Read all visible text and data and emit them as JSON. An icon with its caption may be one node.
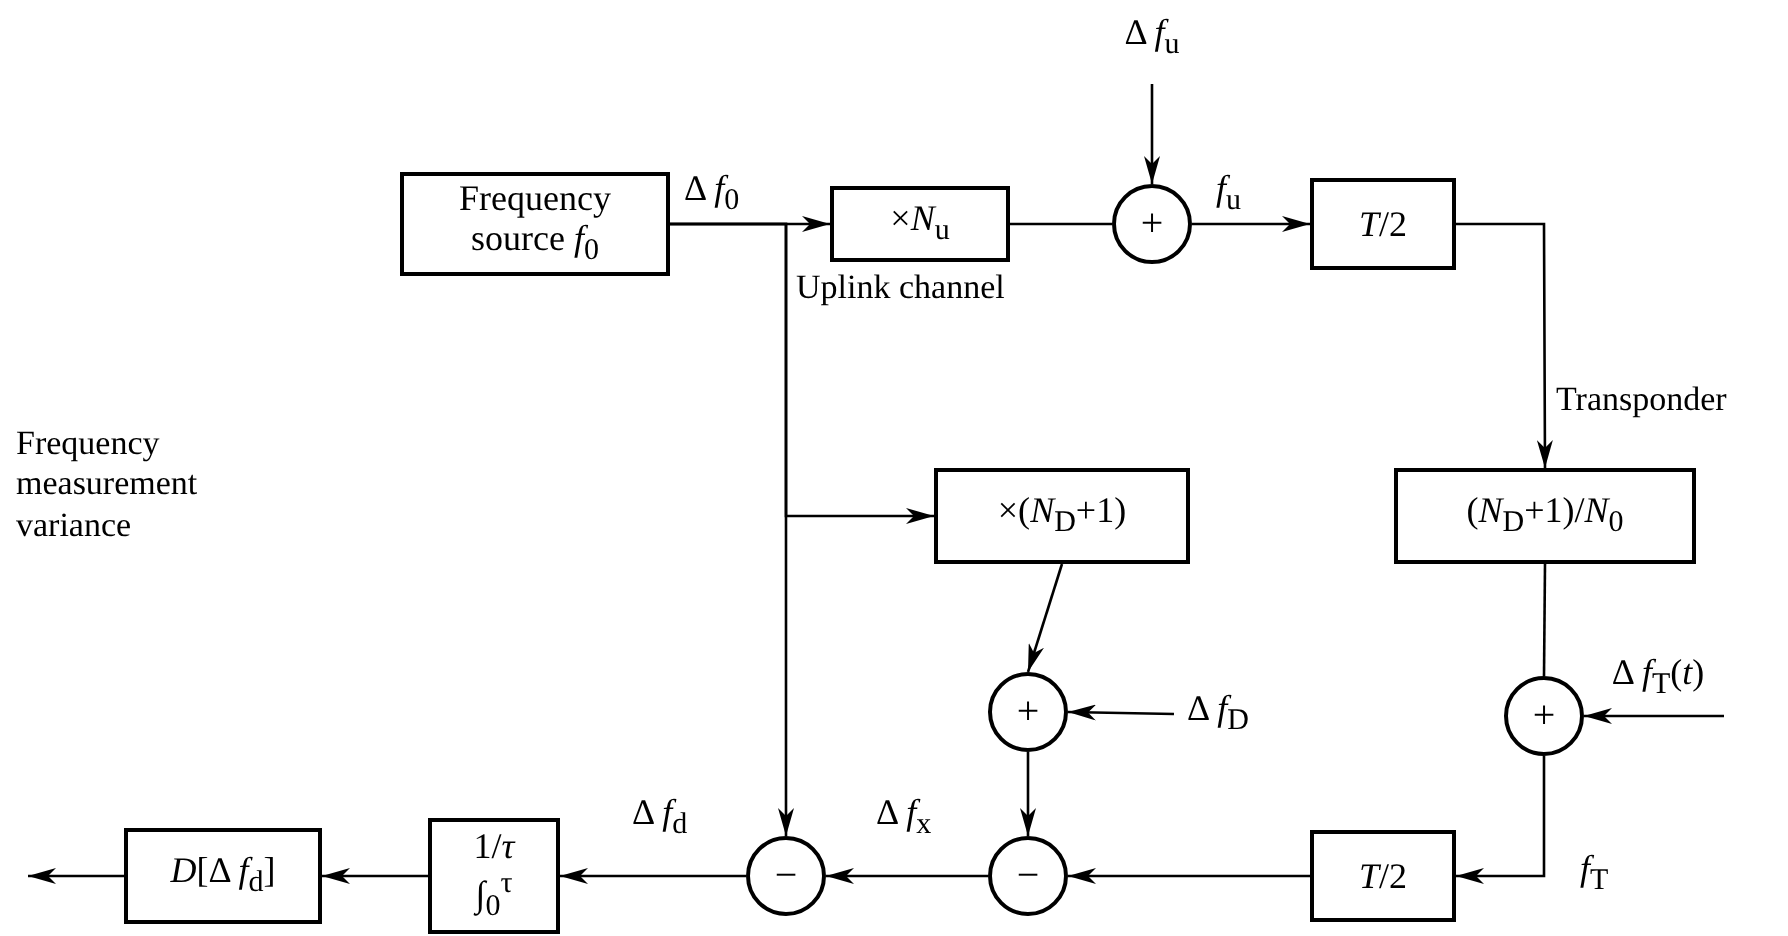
{
  "diagram": {
    "nodes": [
      {
        "text": [
          "Frequency source *f*$_{0}$"
        ]
      },
      {
        "text": [
          "×*N*$_{u}$"
        ]
      },
      {
        "text": [
          "+"
        ]
      },
      {
        "text": [
          "*T*/2"
        ]
      },
      {
        "text": [
          "(*N*$_{D}$+1)/*N*$_{0}$"
        ]
      },
      {
        "text": [
          "×(*N*$_{D}$+1)"
        ]
      },
      {
        "text": [
          "+"
        ]
      },
      {
        "text": [
          "+"
        ]
      },
      {
        "text": [
          "−"
        ]
      },
      {
        "text": [
          "−"
        ]
      },
      {
        "text": [
          "*T*/2"
        ]
      },
      {
        "text": [
          "1/*τ* ∫$_{0}$$^{τ}$"
        ]
      },
      {
        "text": [
          "*D*[Δ *f*$_{d}$]"
        ]
      },
      {
        "text": [
          "Δ *f*$_{u}$"
        ]
      },
      {
        "text": [
          "Δ *f*$_{T}$(*t*)"
        ]
      },
      {
        "text": [
          "Δ *f*$_{D}$"
        ]
      }
    ],
    "edges": [
      {
        "from": 0,
        "to": 1,
        "arrow": "to",
        "label": "Δ *f*$_{0}$"
      },
      {
        "from": 0,
        "to": 5,
        "arrow": "to"
      },
      {
        "from": 0,
        "to": 9,
        "arrow": "to"
      },
      {
        "from": 1,
        "to": 2,
        "arrow": "none"
      },
      {
        "from": 13,
        "to": 2,
        "arrow": "to"
      },
      {
        "from": 2,
        "to": 3,
        "arrow": "to",
        "label": "*f*$_{u}$"
      },
      {
        "from": 3,
        "to": 4,
        "arrow": "to"
      },
      {
        "from": 4,
        "to": 7,
        "arrow": "none"
      },
      {
        "from": 14,
        "to": 7,
        "arrow": "to"
      },
      {
        "from": 7,
        "to": 10,
        "arrow": "to",
        "label": "*f*$_{T}$"
      },
      {
        "from": 10,
        "to": 8,
        "arrow": "to"
      },
      {
        "from": 5,
        "to": 6,
        "arrow": "to"
      },
      {
        "from": 15,
        "to": 6,
        "arrow": "to"
      },
      {
        "from": 6,
        "to": 8,
        "arrow": "to"
      },
      {
        "from": 8,
        "to": 9,
        "arrow": "to",
        "label": "Δ *f*$_{x}$"
      },
      {
        "from": 9,
        "to": 11,
        "arrow": "to",
        "label": "Δ *f*$_{d}$"
      },
      {
        "from": 11,
        "to": 12,
        "arrow": "to"
      },
      {
        "from": 12,
        "to": null,
        "arrow": "to"
      }
    ],
    "labels": [
      "Uplink channel",
      "Transponder",
      "Frequency measurement variance"
    ]
  }
}
